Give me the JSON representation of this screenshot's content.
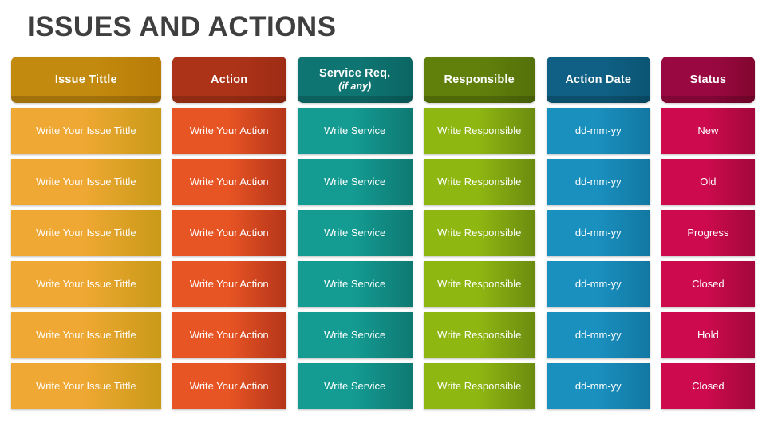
{
  "slide": {
    "title": "ISSUES AND ACTIONS",
    "background": "#ffffff",
    "title_color": "#3f3f3f"
  },
  "table": {
    "columns": [
      {
        "key": "issue_tittle",
        "label": "Issue Tittle",
        "sublabel": "",
        "header_color_from": "#c28a0e",
        "header_color_to": "#b87c07",
        "cell_color_from": "#efa833",
        "cell_color_to": "#c99a18"
      },
      {
        "key": "action",
        "label": "Action",
        "sublabel": "",
        "header_color_from": "#ac3318",
        "header_color_to": "#9e2c14",
        "cell_color_from": "#e85524",
        "cell_color_to": "#b5351a"
      },
      {
        "key": "service_req",
        "label": "Service Req.",
        "sublabel": "(if any)",
        "header_color_from": "#0f7572",
        "header_color_to": "#0a6663",
        "cell_color_from": "#149b92",
        "cell_color_to": "#0e7a72"
      },
      {
        "key": "responsible",
        "label": "Responsible",
        "sublabel": "",
        "header_color_from": "#607f0b",
        "header_color_to": "#54710a",
        "cell_color_from": "#8fb711",
        "cell_color_to": "#6b8b10"
      },
      {
        "key": "action_date",
        "label": "Action Date",
        "sublabel": "",
        "header_color_from": "#0f6084",
        "header_color_to": "#0b5574",
        "cell_color_from": "#1a90bf",
        "cell_color_to": "#1277a2"
      },
      {
        "key": "status",
        "label": "Status",
        "sublabel": "",
        "header_color_from": "#990840",
        "header_color_to": "#82062f",
        "cell_color_from": "#cc0a4d",
        "cell_color_to": "#a3083c"
      }
    ],
    "rows": [
      {
        "issue_tittle": "Write Your Issue Tittle",
        "action": "Write Your Action",
        "service_req": "Write Service",
        "responsible": "Write Responsible",
        "action_date": "dd-mm-yy",
        "status": "New"
      },
      {
        "issue_tittle": "Write Your Issue Tittle",
        "action": "Write Your Action",
        "service_req": "Write Service",
        "responsible": "Write Responsible",
        "action_date": "dd-mm-yy",
        "status": "Old"
      },
      {
        "issue_tittle": "Write Your Issue Tittle",
        "action": "Write Your Action",
        "service_req": "Write Service",
        "responsible": "Write Responsible",
        "action_date": "dd-mm-yy",
        "status": "Progress"
      },
      {
        "issue_tittle": "Write Your Issue Tittle",
        "action": "Write Your Action",
        "service_req": "Write Service",
        "responsible": "Write Responsible",
        "action_date": "dd-mm-yy",
        "status": "Closed"
      },
      {
        "issue_tittle": "Write Your Issue Tittle",
        "action": "Write Your Action",
        "service_req": "Write Service",
        "responsible": "Write Responsible",
        "action_date": "dd-mm-yy",
        "status": "Hold"
      },
      {
        "issue_tittle": "Write Your Issue Tittle",
        "action": "Write Your Action",
        "service_req": "Write Service",
        "responsible": "Write Responsible",
        "action_date": "dd-mm-yy",
        "status": "Closed"
      }
    ]
  }
}
